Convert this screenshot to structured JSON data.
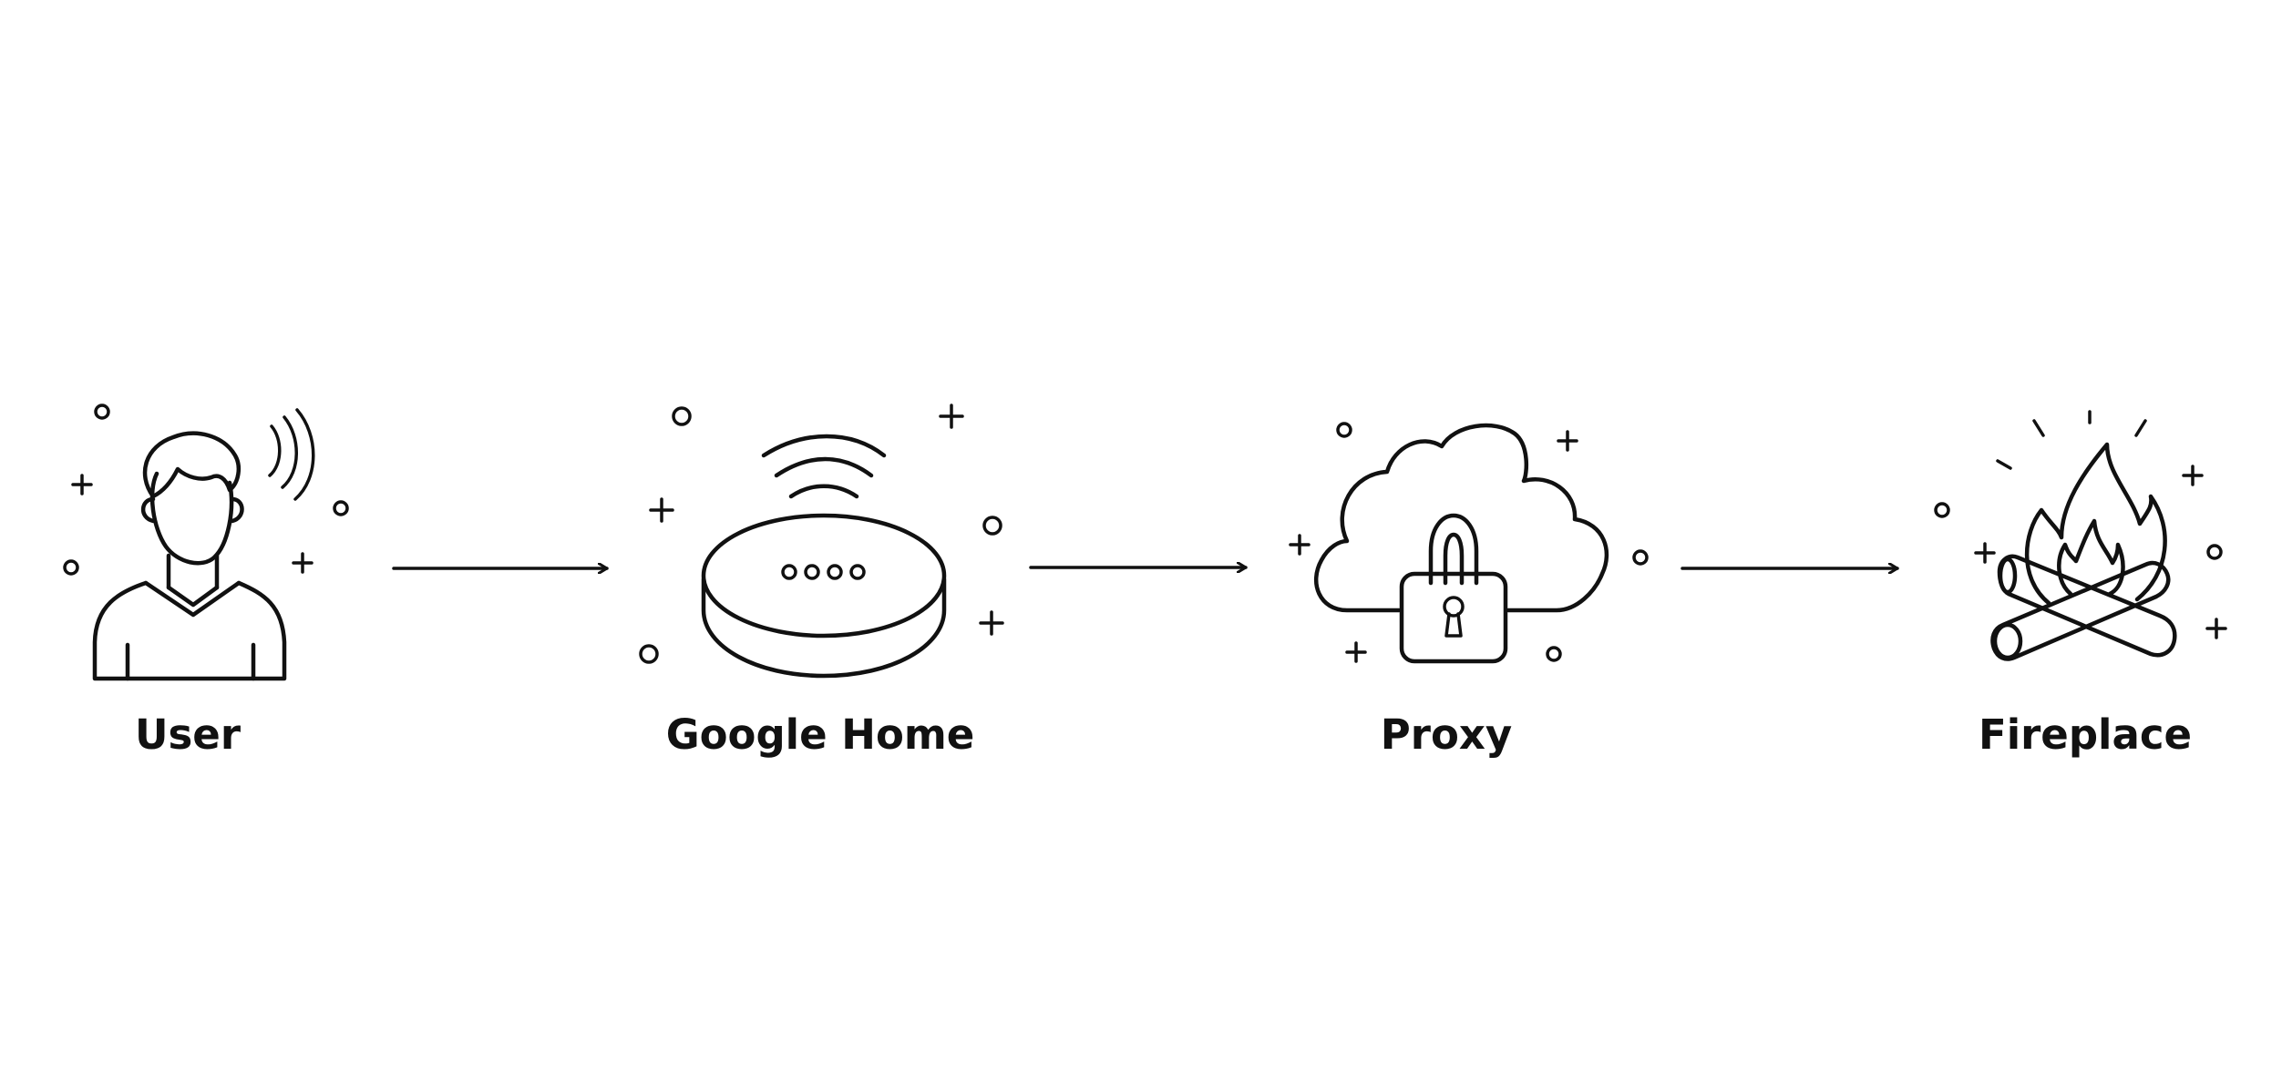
{
  "nodes": [
    {
      "id": "user",
      "label": "User",
      "icon": "user-speaking-icon"
    },
    {
      "id": "google-home",
      "label": "Google Home",
      "icon": "smart-speaker-icon"
    },
    {
      "id": "proxy",
      "label": "Proxy",
      "icon": "cloud-lock-icon"
    },
    {
      "id": "fireplace",
      "label": "Fireplace",
      "icon": "campfire-icon"
    }
  ],
  "edges": [
    {
      "from": "user",
      "to": "google-home"
    },
    {
      "from": "google-home",
      "to": "proxy"
    },
    {
      "from": "proxy",
      "to": "fireplace"
    }
  ],
  "colors": {
    "line": "#111111",
    "background": "#ffffff"
  }
}
